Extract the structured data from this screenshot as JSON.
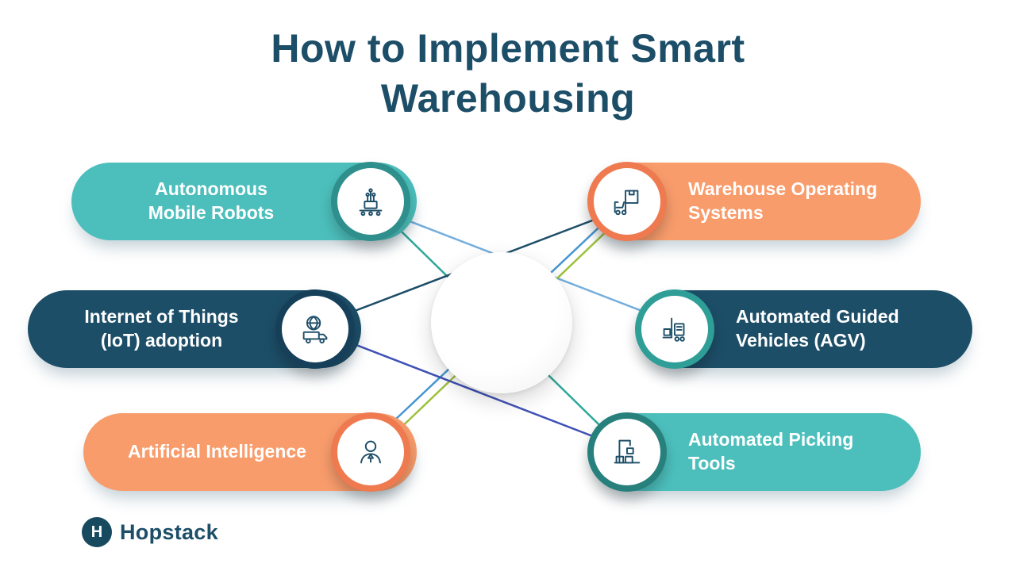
{
  "title": {
    "full": "How to Implement Smart Warehousing",
    "lines": [
      "How to Implement Smart",
      "Warehousing"
    ]
  },
  "items": [
    {
      "id": "autonomous-mobile-robots",
      "label": "Autonomous\nMobile Robots",
      "side": "left",
      "pill_color": "#4CBFBC",
      "ring_color": "#2E8F8C",
      "icon": "mobile-robot-icon"
    },
    {
      "id": "internet-of-things",
      "label": "Internet of Things\n(IoT) adoption",
      "side": "left",
      "pill_color": "#1D4E68",
      "ring_color": "#16405A",
      "icon": "iot-truck-globe-icon"
    },
    {
      "id": "artificial-intelligence",
      "label": "Artificial Intelligence",
      "side": "left",
      "pill_color": "#F89C6C",
      "ring_color": "#EF7A50",
      "icon": "ai-person-icon"
    },
    {
      "id": "warehouse-operating-systems",
      "label": "Warehouse Operating\nSystems",
      "side": "right",
      "pill_color": "#F89C6C",
      "ring_color": "#EF7A50",
      "icon": "warehouse-forklift-icon"
    },
    {
      "id": "automated-guided-vehicles",
      "label": "Automated Guided\nVehicles (AGV)",
      "side": "right",
      "pill_color": "#1D4E68",
      "ring_color": "#2E9E97",
      "icon": "agv-forklift-icon"
    },
    {
      "id": "automated-picking-tools",
      "label": "Automated Picking\nTools",
      "side": "right",
      "pill_color": "#4CBFBC",
      "ring_color": "#27807C",
      "icon": "picking-crane-icon"
    }
  ],
  "connectors": [
    {
      "from": "autonomous-mobile-robots",
      "to": "automated-picking-tools",
      "color": "#2EA89B"
    },
    {
      "from": "warehouse-operating-systems",
      "to": "artificial-intelligence",
      "color": "#4796D2"
    },
    {
      "from": "internet-of-things",
      "to": "warehouse-operating-systems",
      "color": "#1D4E68"
    },
    {
      "from": "automated-guided-vehicles",
      "to": "autonomous-mobile-robots",
      "color": "#74AEDC"
    },
    {
      "from": "artificial-intelligence",
      "to": "warehouse-operating-systems",
      "color": "#9DC03C"
    },
    {
      "from": "automated-picking-tools",
      "to": "internet-of-things",
      "color": "#3F51B5"
    }
  ],
  "brand": {
    "name": "Hopstack",
    "mark": "H"
  },
  "colors": {
    "title": "#1D4E68",
    "teal": "#4CBFBC",
    "navy": "#1D4E68",
    "orange": "#F89C6C",
    "icon_stroke": "#1D4E68",
    "background": "#FFFFFF"
  }
}
